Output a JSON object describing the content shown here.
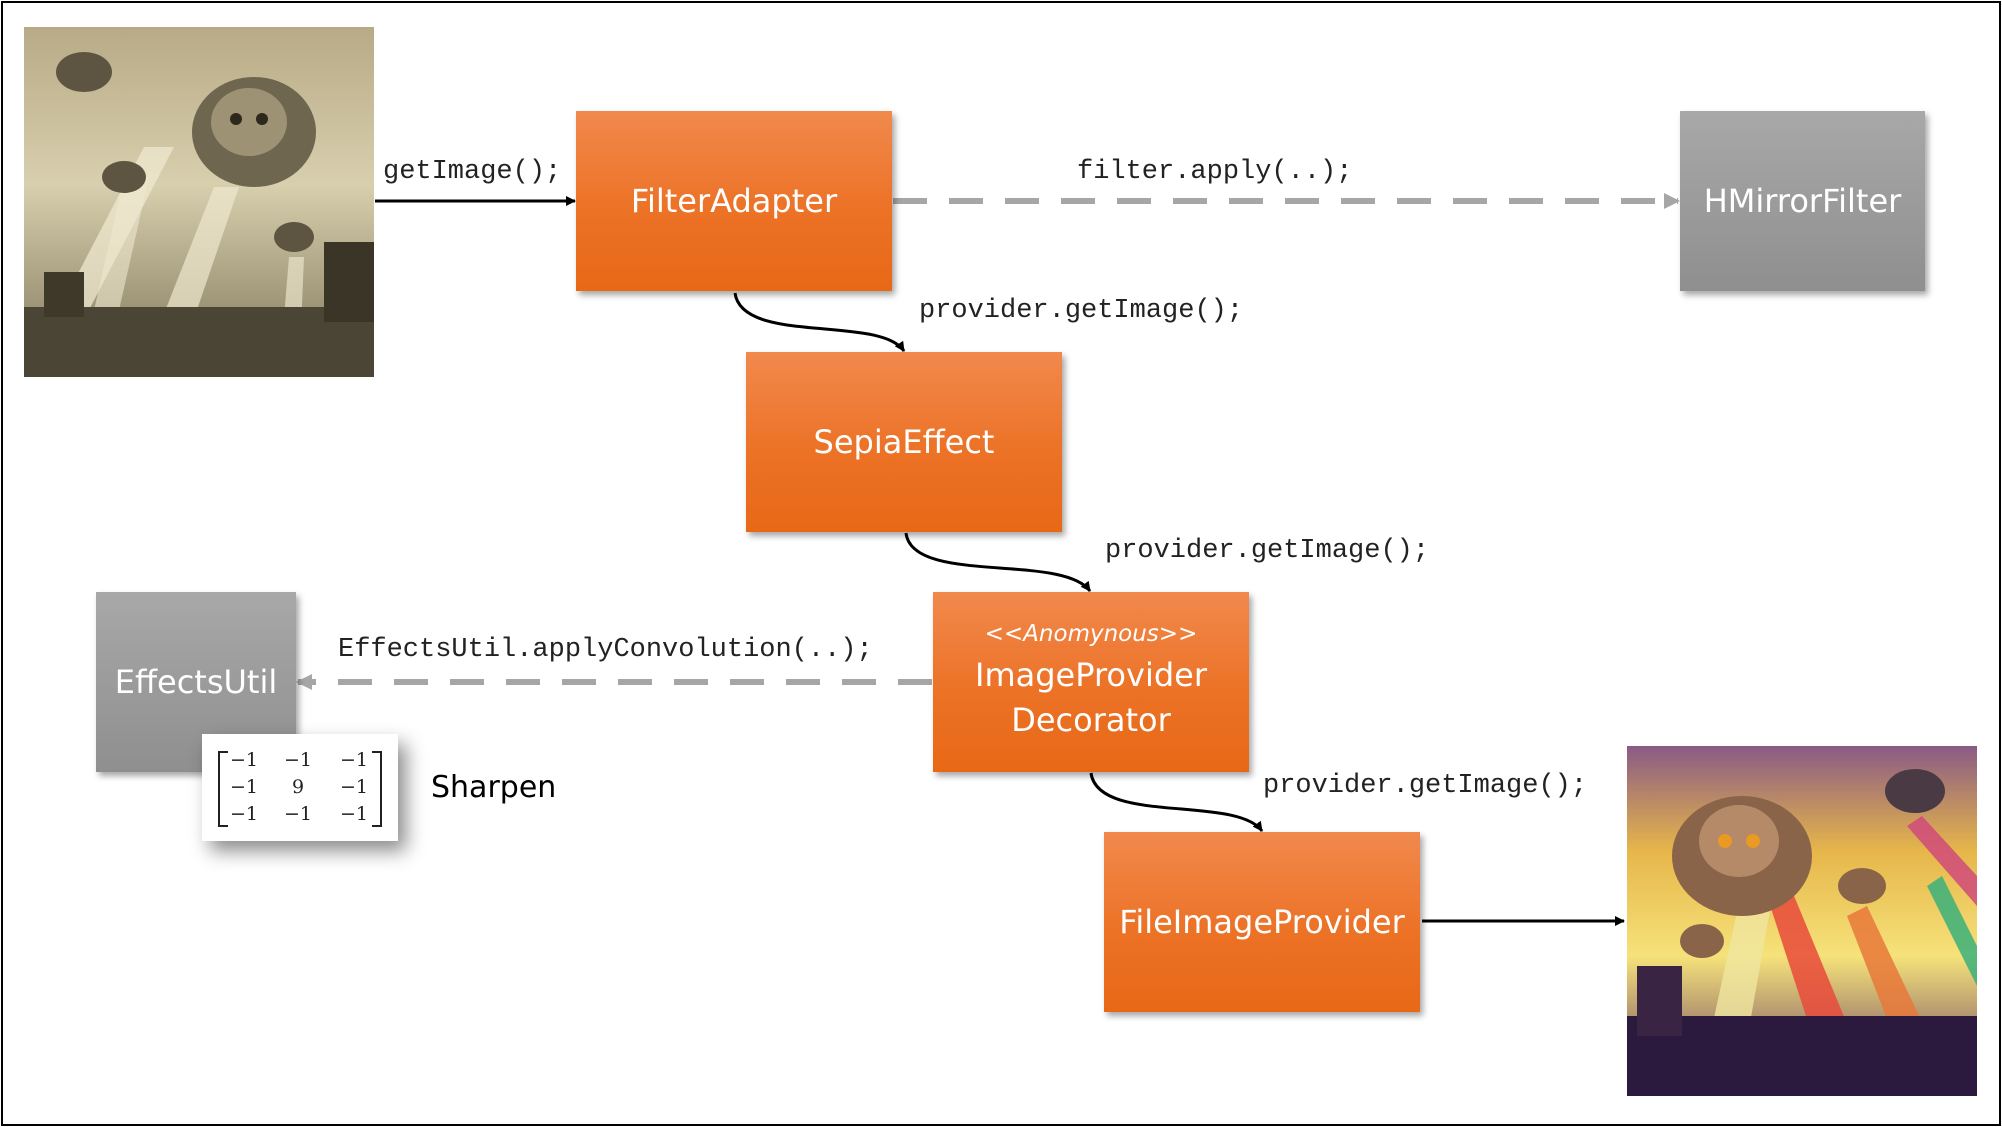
{
  "boxes": {
    "filter_adapter": "FilterAdapter",
    "hmirror_filter": "HMirrorFilter",
    "sepia_effect": "SepiaEffect",
    "decorator_stereotype": "<<Anomynous>>",
    "decorator_line1": "ImageProvider",
    "decorator_line2": "Decorator",
    "effects_util": "EffectsUtil",
    "file_image_provider": "FileImageProvider"
  },
  "calls": {
    "get_image": "getImage();",
    "filter_apply": "filter.apply(..);",
    "provider_get_image_1": "provider.getImage();",
    "provider_get_image_2": "provider.getImage();",
    "provider_get_image_3": "provider.getImage();",
    "apply_convolution": "EffectsUtil.applyConvolution(..);"
  },
  "kernel": {
    "label": "Sharpen",
    "matrix": [
      [
        "−1",
        "−1",
        "−1"
      ],
      [
        "−1",
        "9",
        "−1"
      ],
      [
        "−1",
        "−1",
        "−1"
      ]
    ]
  },
  "colors": {
    "orange": "#ec7226",
    "gray": "#999999",
    "arrow": "#000000",
    "dashed": "#a6a6a6"
  }
}
